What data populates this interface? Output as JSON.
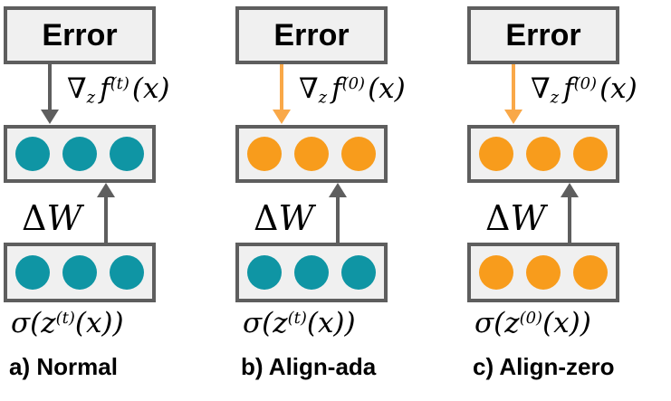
{
  "colors": {
    "background": "#FFFFFF",
    "box_fill": "#F0F0F0",
    "box_border": "#5E5E5E",
    "gray_arrow": "#5E5E5E",
    "orange_arrow": "#F9A848",
    "teal_unit": "#0F95A4",
    "orange_unit": "#F89C1C",
    "text": "#000000"
  },
  "columns": [
    {
      "id": "normal",
      "error_label": "Error",
      "grad_nabla": "∇",
      "grad_sub": "z",
      "grad_func": "f",
      "grad_sup": "(t)",
      "grad_arg": "(x)",
      "arrow_down_color": "#5E5E5E",
      "top_units_color": "#0F95A4",
      "delta_sym": "Δ",
      "delta_var": "W",
      "arrow_up_color": "#5E5E5E",
      "bottom_units_color": "#0F95A4",
      "sigma_sym": "σ(",
      "sigma_var": "z",
      "sigma_sup": "(t)",
      "sigma_arg": "(x))",
      "caption": "a) Normal"
    },
    {
      "id": "align-ada",
      "error_label": "Error",
      "grad_nabla": "∇",
      "grad_sub": "z",
      "grad_func": "f",
      "grad_sup": "(0)",
      "grad_arg": "(x)",
      "arrow_down_color": "#F9A848",
      "top_units_color": "#F89C1C",
      "delta_sym": "Δ",
      "delta_var": "W",
      "arrow_up_color": "#5E5E5E",
      "bottom_units_color": "#0F95A4",
      "sigma_sym": "σ(",
      "sigma_var": "z",
      "sigma_sup": "(t)",
      "sigma_arg": "(x))",
      "caption": "b) Align-ada"
    },
    {
      "id": "align-zero",
      "error_label": "Error",
      "grad_nabla": "∇",
      "grad_sub": "z",
      "grad_func": "f",
      "grad_sup": "(0)",
      "grad_arg": "(x)",
      "arrow_down_color": "#F9A848",
      "top_units_color": "#F89C1C",
      "delta_sym": "Δ",
      "delta_var": "W",
      "arrow_up_color": "#5E5E5E",
      "bottom_units_color": "#F89C1C",
      "sigma_sym": "σ(",
      "sigma_var": "z",
      "sigma_sup": "(0)",
      "sigma_arg": "(x))",
      "caption": "c) Align-zero"
    }
  ]
}
